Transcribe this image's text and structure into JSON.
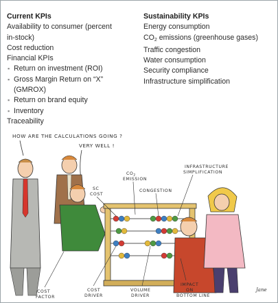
{
  "current_kpis": {
    "heading": "Current KPIs",
    "items": [
      {
        "text": "Availability to consumer (percent",
        "level": 0
      },
      {
        "text": "in-stock)",
        "level": 0
      },
      {
        "text": "Cost reduction",
        "level": 0
      },
      {
        "text": "Financial KPIs",
        "level": 0
      },
      {
        "text": "Return on investment (ROI)",
        "level": 1
      },
      {
        "text": "Gross Margin Return on “X”",
        "level": 1
      },
      {
        "text": "(GMROX)",
        "level": 2
      },
      {
        "text": "Return on brand equity",
        "level": 1
      },
      {
        "text": "Inventory",
        "level": 1
      },
      {
        "text": "Traceability",
        "level": 0
      }
    ]
  },
  "sustainability_kpis": {
    "heading": "Sustainability KPIs",
    "items": [
      {
        "text": "Energy consumption"
      },
      {
        "text_before": "CO",
        "text_sub": "2",
        "text_after": " emissions (greenhouse gases)"
      },
      {
        "text": "Traffic congestion"
      },
      {
        "text": "Water consumption"
      },
      {
        "text": "Security compliance"
      },
      {
        "text": "Infrastructure simplification"
      }
    ]
  },
  "bullet_symbol": "▪",
  "cartoon": {
    "speech_question": "HOW ARE THE CALCULATIONS GOING ?",
    "speech_answer": "VERY WELL !",
    "labels": {
      "sc_cost_1": "SC",
      "sc_cost_2": "COST",
      "co2_emission_1": "CO",
      "co2_emission_sub": "2",
      "co2_emission_2": "EMISSION",
      "congestion": "CONGESTION",
      "infrastructure_1": "INFRASTRUCTURE",
      "infrastructure_2": "SIMPLIFICATION",
      "cost_factor_1": "COST",
      "cost_factor_2": "FACTOR",
      "cost_driver_1": "COST",
      "cost_driver_2": "DRIVER",
      "volume_driver_1": "VOLUME",
      "volume_driver_2": "DRIVER",
      "impact_1": "IMPACT",
      "impact_2": "ON",
      "impact_3": "BOTTOM LINE",
      "signature": "Jane"
    }
  }
}
